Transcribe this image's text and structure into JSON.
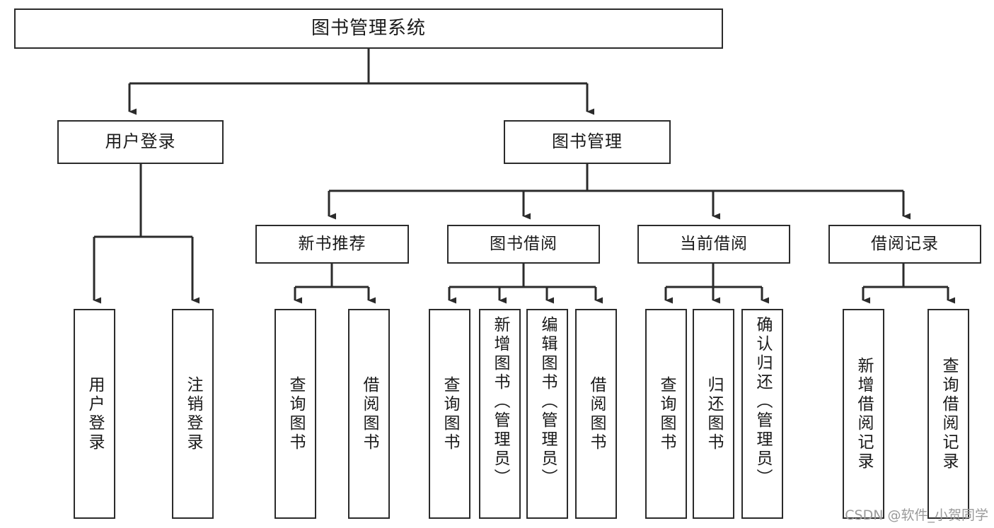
{
  "diagram": {
    "type": "tree-hierarchy-chart",
    "title": "图书管理系统",
    "background_color": "#ffffff",
    "line_color": "#2b2b2b",
    "text_color": "#1a1a1a",
    "root": {
      "label": "图书管理系统"
    },
    "level2": [
      {
        "label": "用户登录"
      },
      {
        "label": "图书管理"
      }
    ],
    "level3": [
      {
        "label": "新书推荐"
      },
      {
        "label": "图书借阅"
      },
      {
        "label": "当前借阅"
      },
      {
        "label": "借阅记录"
      }
    ],
    "leaves": [
      {
        "label": "用户登录",
        "parent": "用户登录"
      },
      {
        "label": "注销登录",
        "parent": "用户登录"
      },
      {
        "label": "查询图书",
        "parent": "新书推荐"
      },
      {
        "label": "借阅图书",
        "parent": "新书推荐"
      },
      {
        "label": "查询图书",
        "parent": "图书借阅"
      },
      {
        "label": "新增图书（管理员）",
        "parent": "图书借阅"
      },
      {
        "label": "编辑图书（管理员）",
        "parent": "图书借阅"
      },
      {
        "label": "借阅图书",
        "parent": "图书借阅"
      },
      {
        "label": "查询图书",
        "parent": "当前借阅"
      },
      {
        "label": "归还图书",
        "parent": "当前借阅"
      },
      {
        "label": "确认归还（管理员）",
        "parent": "当前借阅"
      },
      {
        "label": "新增借阅记录",
        "parent": "借阅记录"
      },
      {
        "label": "查询借阅记录",
        "parent": "借阅记录"
      }
    ]
  },
  "watermark": {
    "text": "CSDN @软件_小贺同学"
  }
}
